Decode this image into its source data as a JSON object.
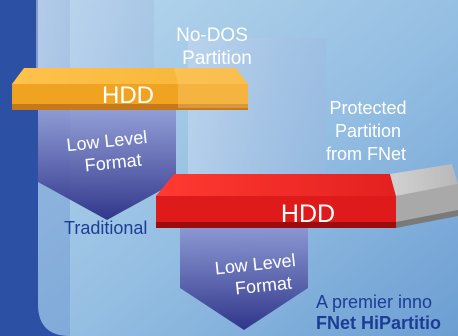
{
  "diagram": {
    "top_label": "No-DOS Partition",
    "top_label_line1": "No-DOS",
    "top_label_line2": "Partition",
    "traditional": {
      "drive_label": "HDD",
      "arrow_line1": "Low Level",
      "arrow_line2": "Format",
      "caption": "Traditional"
    },
    "fnet": {
      "protected_line1": "Protected",
      "protected_line2": "Partition",
      "protected_line3": "from FNet",
      "drive_label": "HDD",
      "arrow_line1": "Low Level",
      "arrow_line2": "Format"
    },
    "tagline_line1": "A premier inno",
    "tagline_line2": "FNet HiPartitio"
  },
  "colors": {
    "frame_blue": "#2c50a3",
    "panel_light": "#a8cde6",
    "panel_mid": "#79a9d6",
    "orange_drive": "#f0a321",
    "red_drive": "#de1a1a",
    "gray_protected": "#a9a9a9",
    "arrow_purple": "#4b52a0",
    "caption_blue": "#1c3d96",
    "tagline_blue": "#1c3d96"
  }
}
